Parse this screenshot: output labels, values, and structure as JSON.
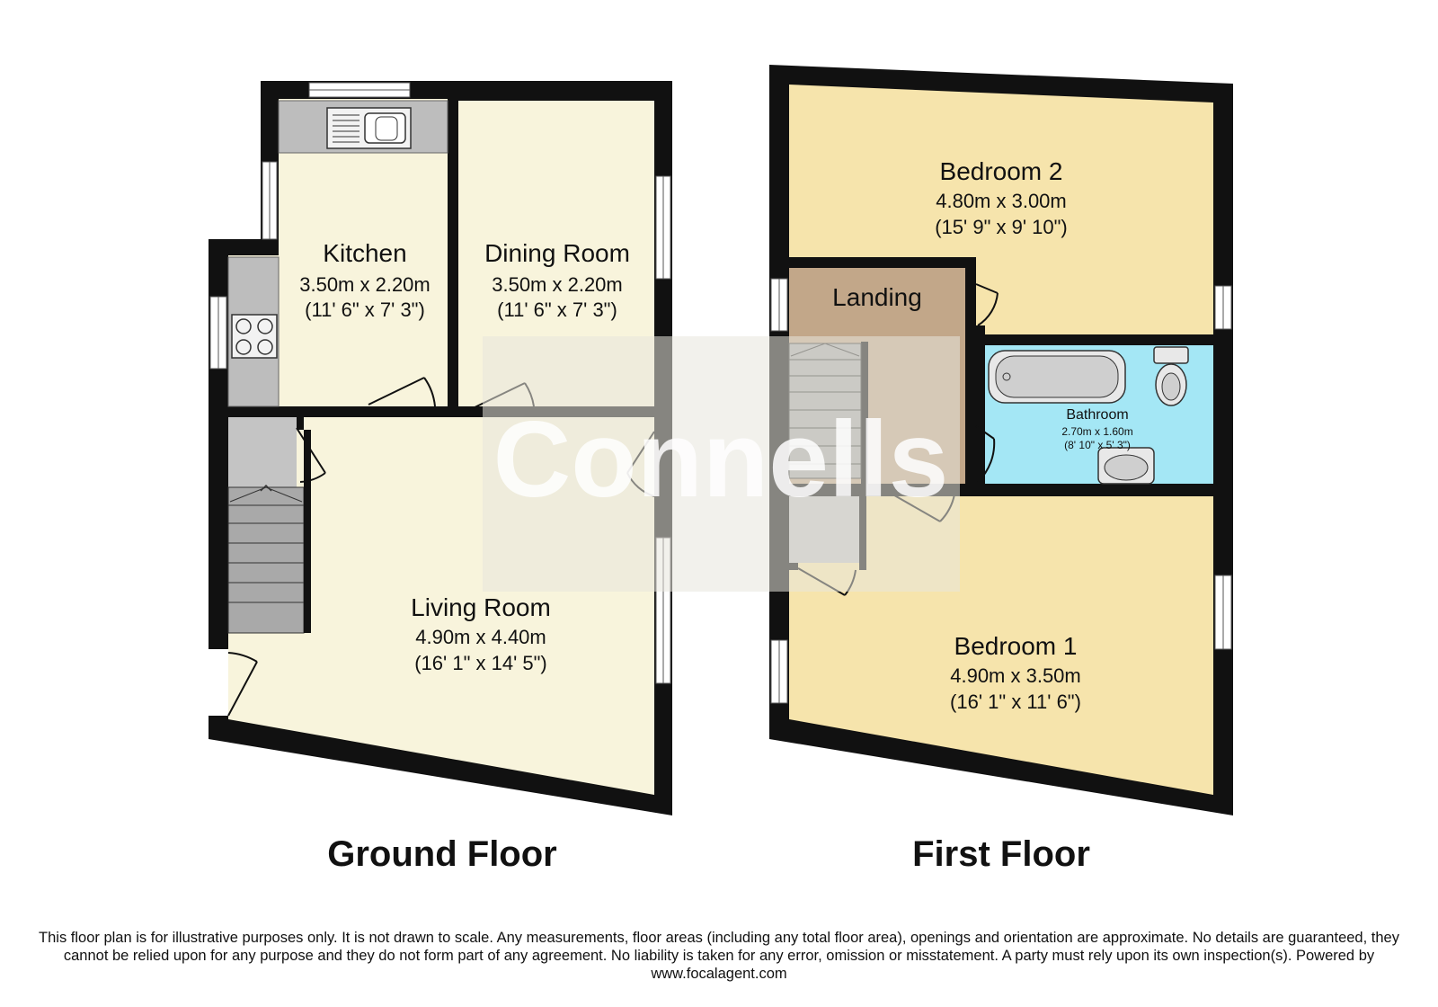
{
  "watermark": "Connells",
  "colors": {
    "wall": "#111111",
    "ground_floor_fill": "#f8f4dc",
    "bedroom_fill": "#f6e4ac",
    "landing_fill": "#c2a789",
    "bathroom_fill": "#a4e7f5",
    "fixture_gray": "#bdbdbd",
    "watermark_bg": "#e8e5dd",
    "watermark_text": "#ffffff"
  },
  "ground_floor": {
    "title": "Ground Floor",
    "rooms": [
      {
        "id": "kitchen",
        "name": "Kitchen",
        "metric": "3.50m x 2.20m",
        "imperial": "(11' 6\" x 7' 3\")"
      },
      {
        "id": "dining-room",
        "name": "Dining Room",
        "metric": "3.50m x 2.20m",
        "imperial": "(11' 6\" x 7' 3\")"
      },
      {
        "id": "living-room",
        "name": "Living Room",
        "metric": "4.90m x 4.40m",
        "imperial": "(16' 1\" x 14' 5\")"
      }
    ]
  },
  "first_floor": {
    "title": "First Floor",
    "rooms": [
      {
        "id": "bedroom-2",
        "name": "Bedroom 2",
        "metric": "4.80m x 3.00m",
        "imperial": "(15' 9\" x 9' 10\")"
      },
      {
        "id": "landing",
        "name": "Landing"
      },
      {
        "id": "bathroom",
        "name": "Bathroom",
        "metric": "2.70m x 1.60m",
        "imperial": "(8' 10\" x 5' 3\")"
      },
      {
        "id": "bedroom-1",
        "name": "Bedroom 1",
        "metric": "4.90m x 3.50m",
        "imperial": "(16' 1\" x 11' 6\")"
      }
    ]
  },
  "disclaimer": "This floor plan is for illustrative purposes only. It is not drawn to scale. Any measurements, floor areas (including any total floor area), openings and orientation are approximate. No details are guaranteed, they cannot be relied upon for any purpose and they do not form part of any agreement. No liability is taken for any error, omission or misstatement. A party must rely upon its own inspection(s). Powered by www.focalagent.com"
}
